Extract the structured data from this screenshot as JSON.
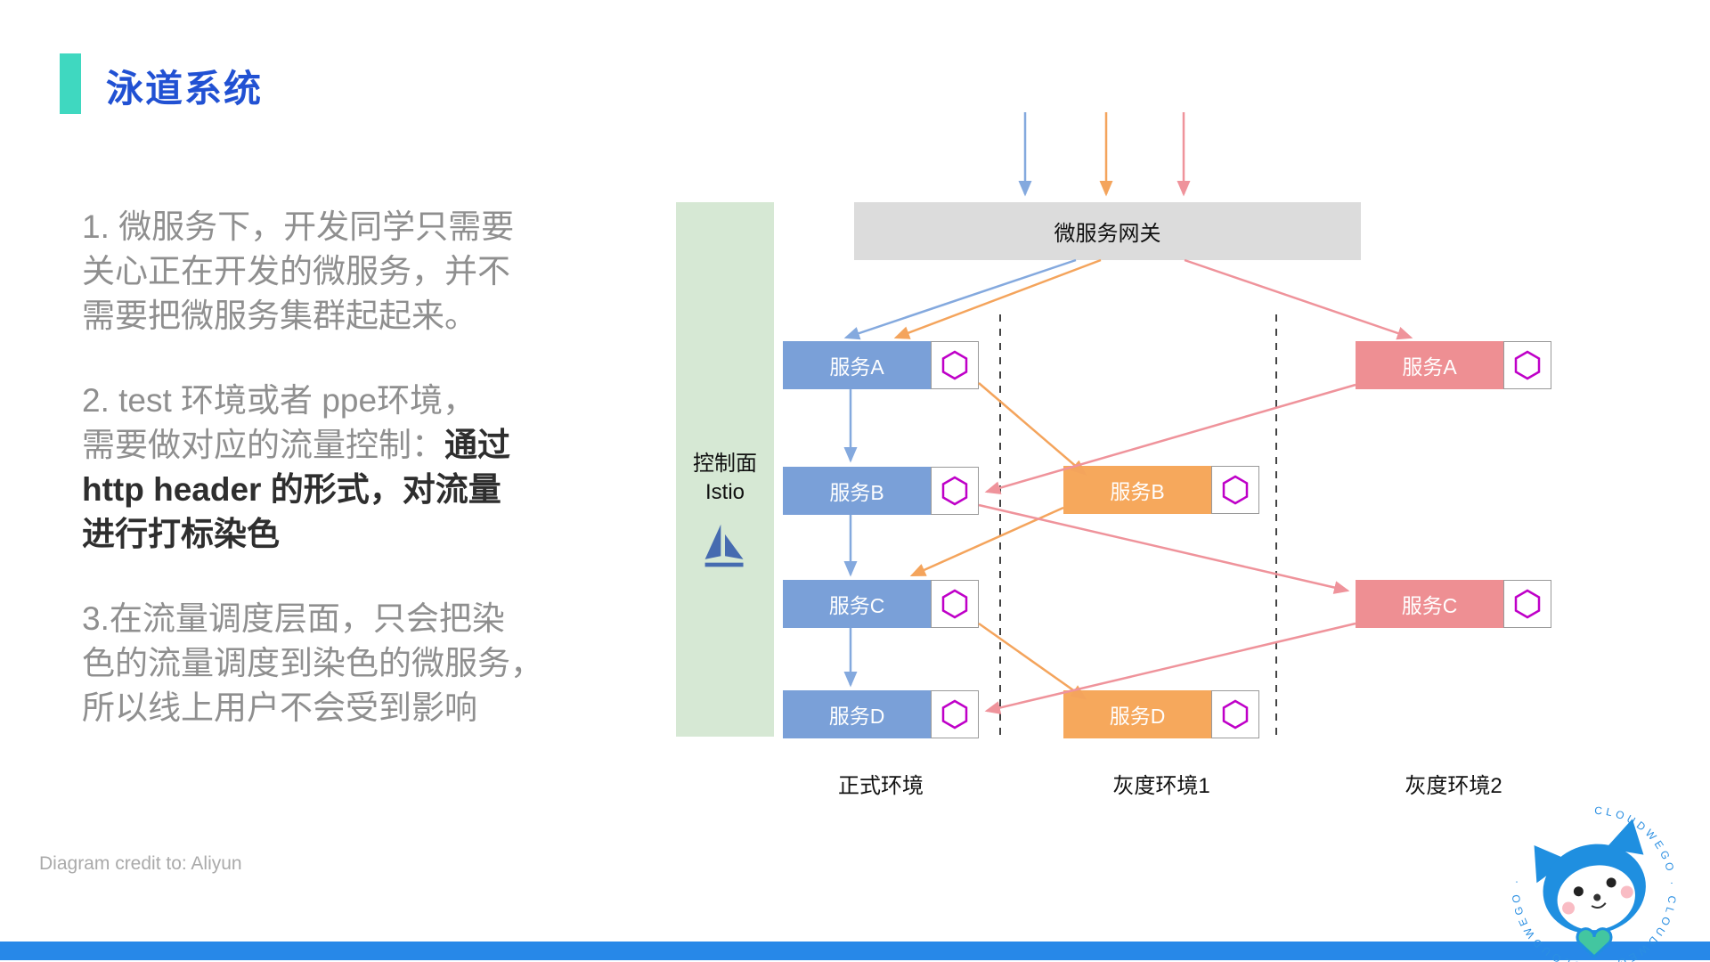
{
  "page": {
    "title": "泳道系统",
    "credit": "Diagram credit to: Aliyun"
  },
  "notes": {
    "p1_lines": [
      "1. 微服务下，开发同学只需要",
      "关心正在开发的微服务，并不",
      "需要把微服务集群起起来。"
    ],
    "p2_lines": [
      {
        "normal": "2. test 环境或者 ppe环境，",
        "bold": ""
      },
      {
        "normal": "需要做对应的流量控制：",
        "bold": "通过"
      },
      {
        "normal": "",
        "bold": "http header 的形式，对流量"
      },
      {
        "normal": "",
        "bold": "进行打标染色"
      }
    ],
    "p3_lines": [
      "3.在流量调度层面，只会把染",
      "色的流量调度到染色的微服务，",
      "所以线上用户不会受到影响"
    ]
  },
  "diagram": {
    "gateway_label": "微服务网关",
    "control_plane_line1": "控制面",
    "control_plane_line2": "Istio",
    "environments": [
      "正式环境",
      "灰度环境1",
      "灰度环境2"
    ],
    "services": {
      "prod": [
        "服务A",
        "服务B",
        "服务C",
        "服务D"
      ],
      "gray1": [
        "服务B",
        "服务D"
      ],
      "gray2": [
        "服务A",
        "服务C"
      ]
    },
    "colors": {
      "prod_blue": "#7aa0d8",
      "gray1_orange": "#f6a85c",
      "gray2_pink": "#ee8f93",
      "hexagon_magenta": "#bf00c8",
      "arrow_blue": "#84a9de",
      "arrow_orange": "#f4a45c",
      "arrow_pink": "#ef939b",
      "accent_teal": "#3fd8c0",
      "title_blue": "#2151d3",
      "footer_blue": "#2788e8",
      "istio_blue": "#466bb0"
    }
  },
  "mascot": {
    "ring_text": "CLOUDWEGO · CLOUDWEGO · CLOUDWEGO ·"
  }
}
